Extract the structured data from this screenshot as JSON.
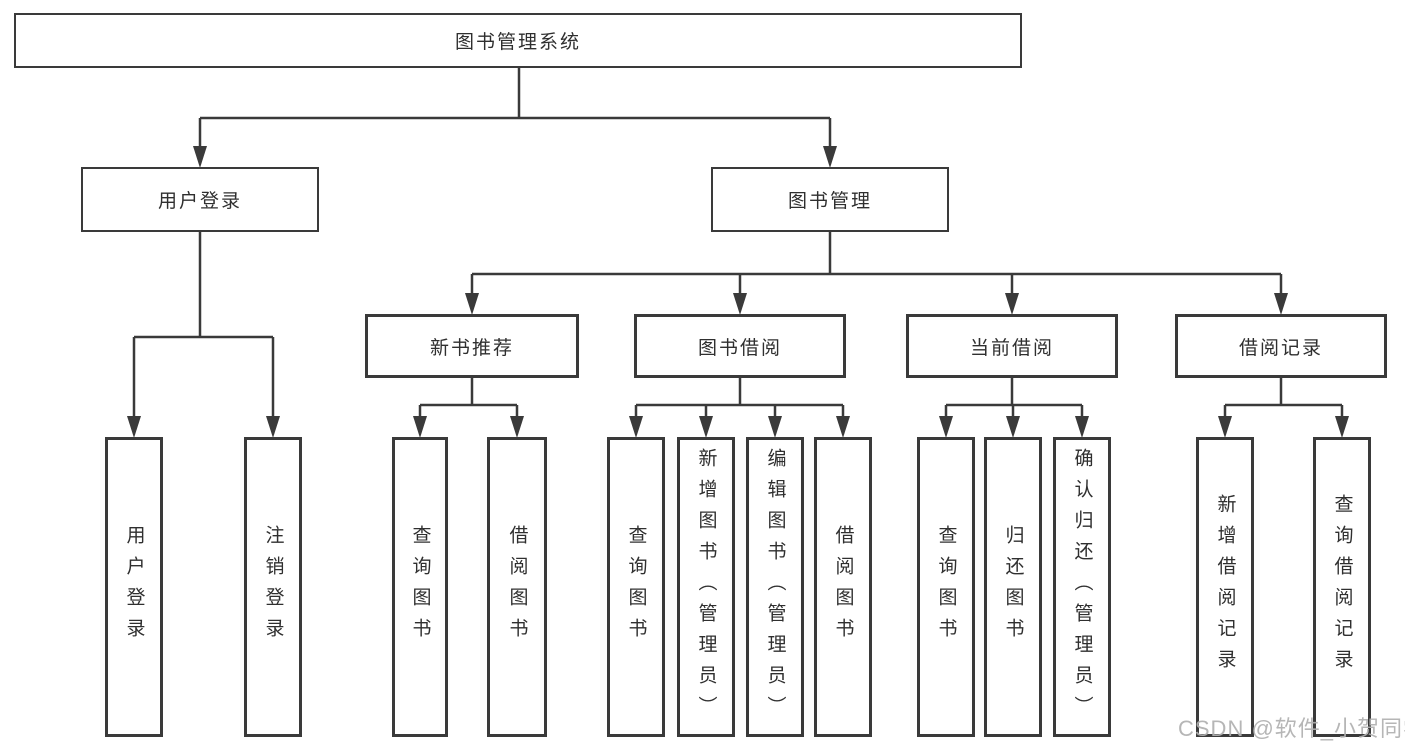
{
  "colors": {
    "background": "#ffffff",
    "line": "#3a3a3a",
    "text": "#2f2f2f",
    "watermark": "#b0b0b0"
  },
  "tree": {
    "root": {
      "label": "图书管理系统",
      "children": [
        {
          "label": "用户登录",
          "children": [
            {
              "label": "用户登录"
            },
            {
              "label": "注销登录"
            }
          ]
        },
        {
          "label": "图书管理",
          "children": [
            {
              "label": "新书推荐",
              "children": [
                {
                  "label": "查询图书"
                },
                {
                  "label": "借阅图书"
                }
              ]
            },
            {
              "label": "图书借阅",
              "children": [
                {
                  "label": "查询图书"
                },
                {
                  "label": "新增图书（管理员）"
                },
                {
                  "label": "编辑图书（管理员）"
                },
                {
                  "label": "借阅图书"
                }
              ]
            },
            {
              "label": "当前借阅",
              "children": [
                {
                  "label": "查询图书"
                },
                {
                  "label": "归还图书"
                },
                {
                  "label": "确认归还（管理员）"
                }
              ]
            },
            {
              "label": "借阅记录",
              "children": [
                {
                  "label": "新增借阅记录"
                },
                {
                  "label": "查询借阅记录"
                }
              ]
            }
          ]
        }
      ]
    }
  },
  "watermark": {
    "text": "CSDN @软件_小贺同学"
  }
}
